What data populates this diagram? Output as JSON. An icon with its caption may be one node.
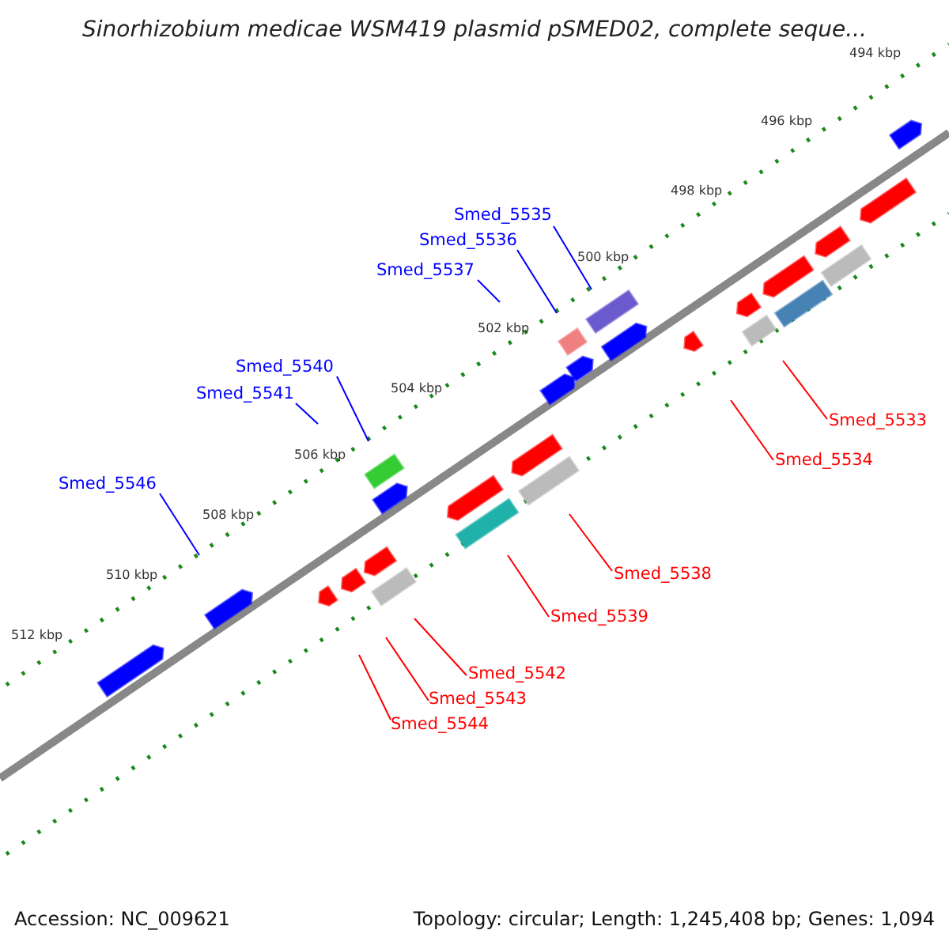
{
  "diagram": {
    "title": "Sinorhizobium medicae WSM419 plasmid pSMED02, complete seque...",
    "nodes": [
      {
        "text": [
          "Smed_5535"
        ]
      },
      {
        "text": [
          "Smed_5536"
        ]
      },
      {
        "text": [
          "Smed_5537"
        ]
      },
      {
        "text": [
          "Smed_5540"
        ]
      },
      {
        "text": [
          "Smed_5541"
        ]
      },
      {
        "text": [
          "Smed_5546"
        ]
      },
      {
        "text": [
          "Smed_5533"
        ]
      },
      {
        "text": [
          "Smed_5534"
        ]
      },
      {
        "text": [
          "Smed_5538"
        ]
      },
      {
        "text": [
          "Smed_5539"
        ]
      },
      {
        "text": [
          "Smed_5542"
        ]
      },
      {
        "text": [
          "Smed_5543"
        ]
      },
      {
        "text": [
          "Smed_5544"
        ]
      }
    ],
    "edges": [
      {
        "from": 0,
        "to": null,
        "arrow": "none",
        "color": "#0000ff"
      },
      {
        "from": 1,
        "to": null,
        "arrow": "none",
        "color": "#0000ff"
      },
      {
        "from": 2,
        "to": null,
        "arrow": "none",
        "color": "#0000ff"
      },
      {
        "from": 3,
        "to": null,
        "arrow": "none",
        "color": "#0000ff"
      },
      {
        "from": 4,
        "to": null,
        "arrow": "none",
        "color": "#0000ff"
      },
      {
        "from": 5,
        "to": null,
        "arrow": "none",
        "color": "#0000ff"
      },
      {
        "from": 6,
        "to": null,
        "arrow": "none"
      },
      {
        "from": 7,
        "to": null,
        "arrow": "none"
      },
      {
        "from": 8,
        "to": null,
        "arrow": "none"
      },
      {
        "from": 9,
        "to": null,
        "arrow": "none"
      },
      {
        "from": 10,
        "to": null,
        "arrow": "none"
      },
      {
        "from": 11,
        "to": null,
        "arrow": "none"
      },
      {
        "from": 12,
        "to": null,
        "arrow": "none"
      }
    ],
    "labels": [
      "494 kbp",
      "496 kbp",
      "498 kbp",
      "500 kbp",
      "502 kbp",
      "504 kbp",
      "506 kbp",
      "508 kbp",
      "510 kbp",
      "512 kbp",
      "Accession: NC_009621",
      "Topology: circular; Length: 1,245,408 bp; Genes: 1,094"
    ]
  }
}
